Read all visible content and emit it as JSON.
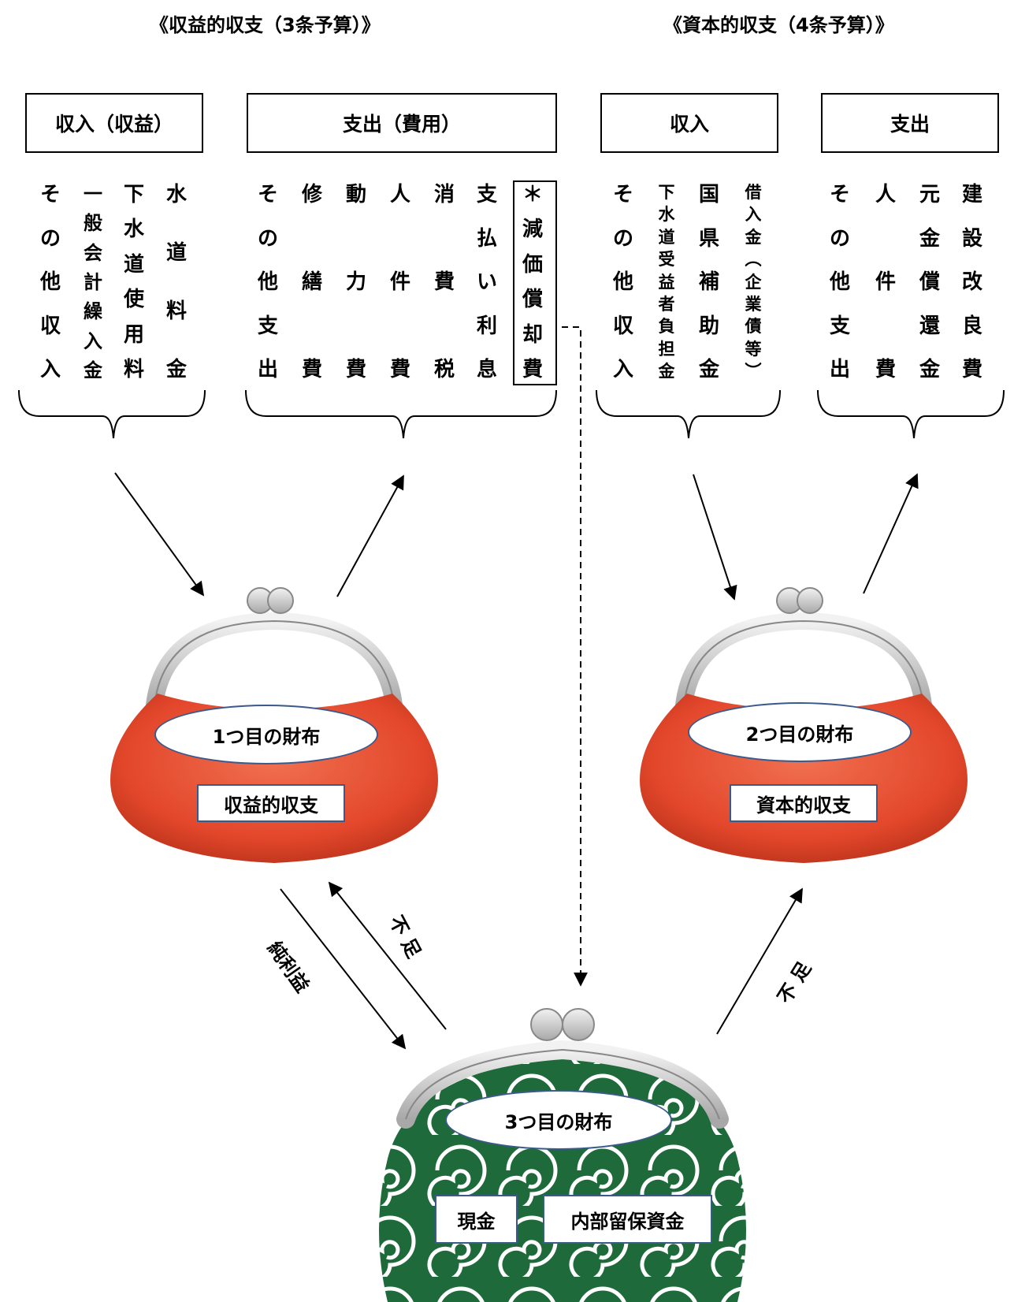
{
  "titles": {
    "left": "《収益的収支（3条予算）》",
    "right": "《資本的収支（4条予算）》"
  },
  "headers": {
    "revenue_income": "収入（収益）",
    "revenue_expense": "支出（費用）",
    "capital_income": "収入",
    "capital_expense": "支出"
  },
  "revenue_income_items": [
    "その他収入",
    "一般会計繰入金",
    "下水道使用料",
    "水道料金"
  ],
  "revenue_expense_items": [
    "その他支出",
    "修繕費",
    "動力費",
    "人件費",
    "消費税",
    "支払い利息",
    "＊減価償却費"
  ],
  "capital_income_items": [
    "その他収入",
    "下水道受益者負担金",
    "国県補助金",
    "借入金（企業債等）"
  ],
  "capital_expense_items": [
    "その他支出",
    "人件費",
    "元金償還金",
    "建設改良費"
  ],
  "wallets": {
    "first": {
      "name": "1つ目の財布",
      "label": "収益的収支"
    },
    "second": {
      "name": "2つ目の財布",
      "label": "資本的収支"
    },
    "third": {
      "name": "3つ目の財布",
      "label_cash": "現金",
      "label_reserve": "内部留保資金"
    }
  },
  "flows": {
    "net_profit": "純利益",
    "shortage_left": "不 足",
    "shortage_right": "不 足"
  },
  "colors": {
    "red_wallet": "#e3472b",
    "green_wallet": "#1f6a3a",
    "clasp": "#c8c8c8",
    "ellipse_border": "#3a5a8c"
  }
}
